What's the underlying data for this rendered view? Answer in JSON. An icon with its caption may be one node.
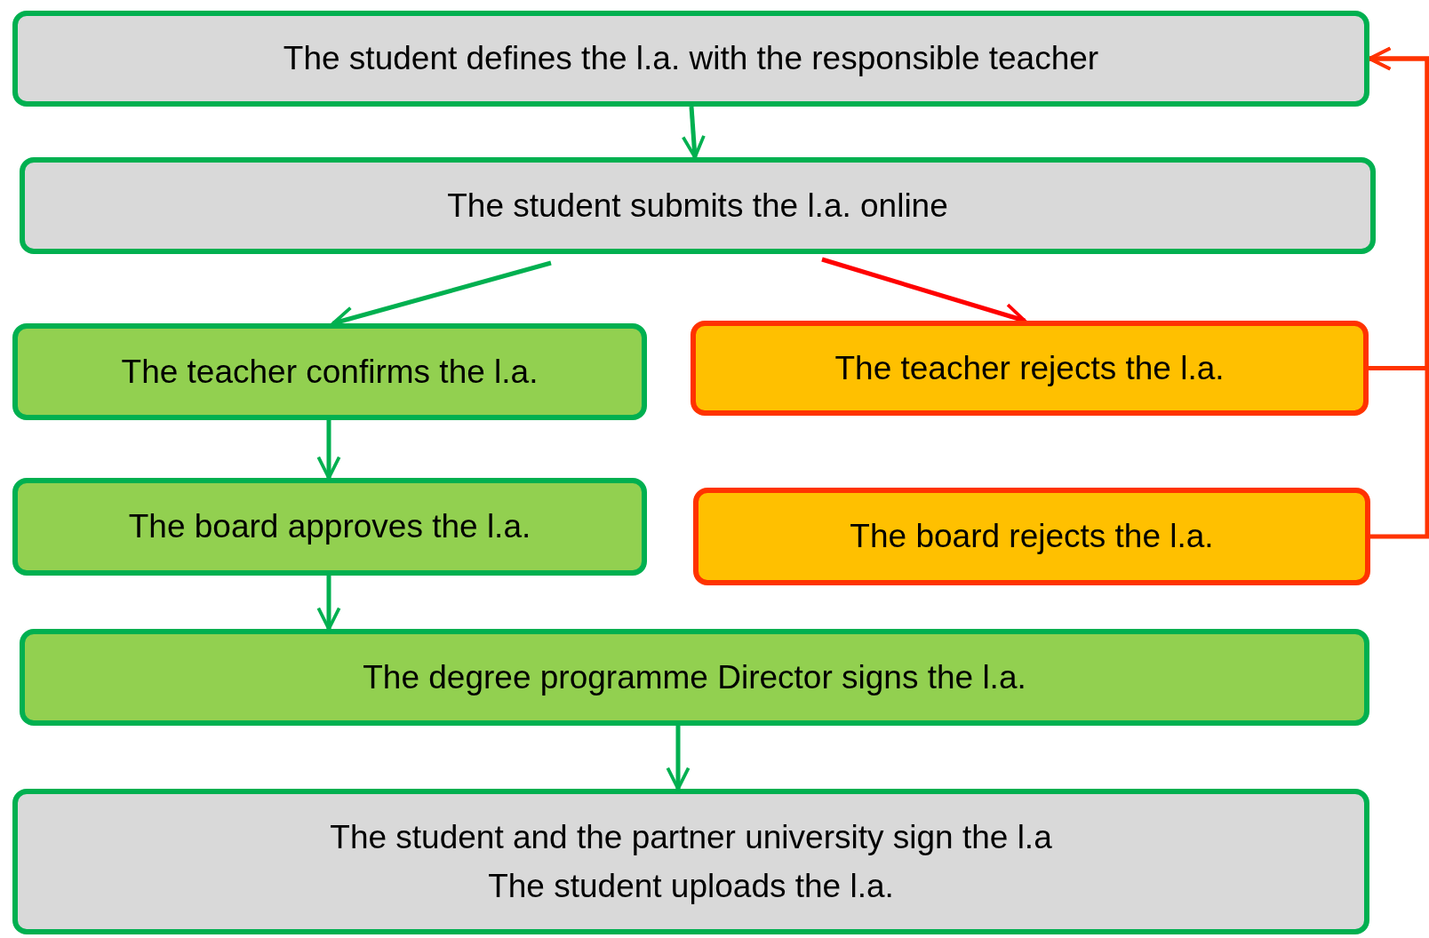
{
  "diagram": {
    "nodes": [
      {
        "text": [
          "The student defines the l.a. with the responsible teacher"
        ]
      },
      {
        "text": [
          "The student submits the l.a. online"
        ]
      },
      {
        "text": [
          "The teacher confirms the l.a."
        ]
      },
      {
        "text": [
          "The teacher rejects the l.a."
        ]
      },
      {
        "text": [
          "The board approves the l.a."
        ]
      },
      {
        "text": [
          "The board rejects the l.a."
        ]
      },
      {
        "text": [
          "The degree programme Director signs the l.a."
        ]
      },
      {
        "text": [
          "The student and the partner university sign the l.a",
          "The student uploads the l.a."
        ]
      }
    ],
    "edges": [
      {
        "from": 0,
        "to": 1,
        "arrow": "to"
      },
      {
        "from": 1,
        "to": 2,
        "arrow": "to"
      },
      {
        "from": 1,
        "to": 3,
        "arrow": "to",
        "color": "#ff0000"
      },
      {
        "from": 2,
        "to": 4,
        "arrow": "to"
      },
      {
        "from": 4,
        "to": 6,
        "arrow": "to"
      },
      {
        "from": 6,
        "to": 7,
        "arrow": "to"
      },
      {
        "from": 3,
        "to": 0,
        "arrow": "to",
        "color": "#ff3300"
      },
      {
        "from": 5,
        "to": 0,
        "arrow": "to",
        "color": "#ff3300"
      }
    ]
  }
}
